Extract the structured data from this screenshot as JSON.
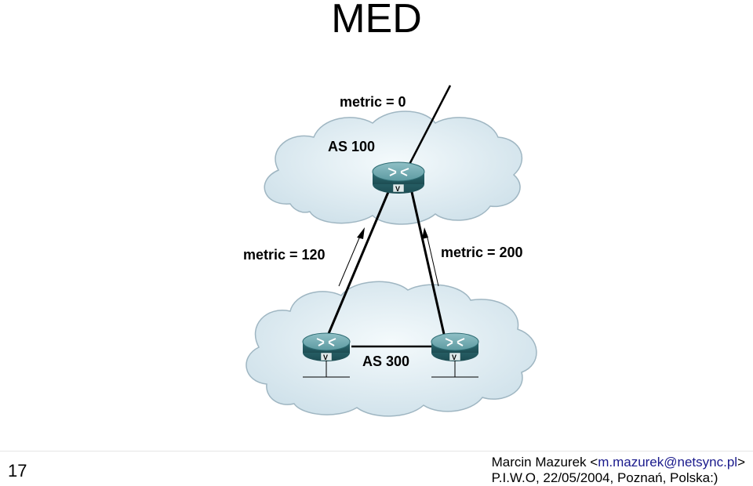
{
  "slide": {
    "title": "MED",
    "number": "17"
  },
  "diagram": {
    "top_as_label": "AS 100",
    "bottom_as_label": "AS 300",
    "metric_top": "metric = 0",
    "metric_left": "metric = 120",
    "metric_right": "metric = 200"
  },
  "footer": {
    "author": "Marcin Mazurek <",
    "email": "m.mazurek@netsync.pl",
    "author_end": ">",
    "event": "P.I.W.O, 22/05/2004, Poznań, Polska:)"
  },
  "colors": {
    "cloud_fill": "#e4f0f5",
    "cloud_stroke": "#9fb6c2",
    "router_body": "#3f7f86",
    "email_link": "#1a1a8c"
  }
}
